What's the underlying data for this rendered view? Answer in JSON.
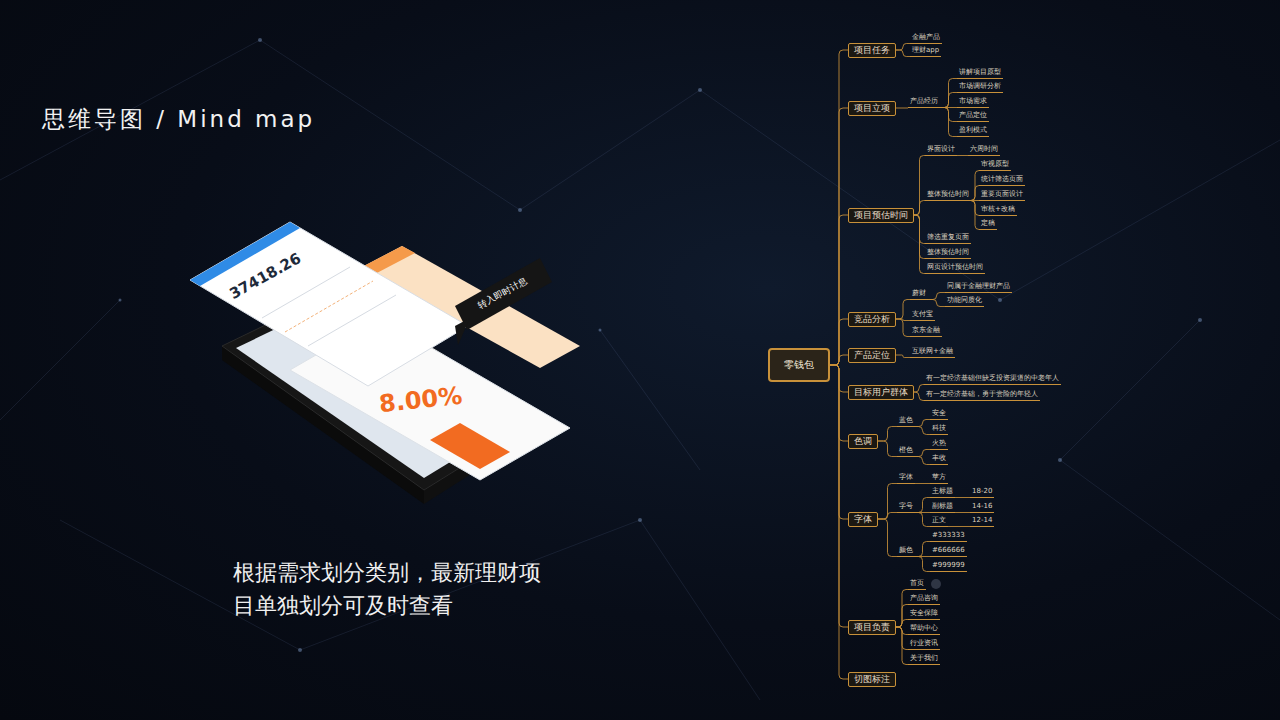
{
  "diagram": {
    "title": "思维导图 / Mind map",
    "caption": "根据需求划分类别，最新理财项目单独划分可及时查看",
    "nodes": [
      {
        "text": [
          "零钱包"
        ]
      },
      {
        "text": [
          "项目任务"
        ]
      },
      {
        "text": [
          "金融产品"
        ]
      },
      {
        "text": [
          "理财app"
        ]
      },
      {
        "text": [
          "项目立项"
        ]
      },
      {
        "text": [
          "产品经历"
        ]
      },
      {
        "text": [
          "讲解项目原型"
        ]
      },
      {
        "text": [
          "市场调研分析"
        ]
      },
      {
        "text": [
          "市场需求"
        ]
      },
      {
        "text": [
          "产品定位"
        ]
      },
      {
        "text": [
          "盈利模式"
        ]
      },
      {
        "text": [
          "项目预估时间"
        ]
      },
      {
        "text": [
          "界面设计"
        ]
      },
      {
        "text": [
          "六周时间"
        ]
      },
      {
        "text": [
          "整体预估时间"
        ]
      },
      {
        "text": [
          "审视原型"
        ]
      },
      {
        "text": [
          "统计筛选页面"
        ]
      },
      {
        "text": [
          "重要页面设计"
        ]
      },
      {
        "text": [
          "审核+改稿"
        ]
      },
      {
        "text": [
          "定稿"
        ]
      },
      {
        "text": [
          "筛选重复页面"
        ]
      },
      {
        "text": [
          "整体预估时间"
        ]
      },
      {
        "text": [
          "网页设计预估时间"
        ]
      },
      {
        "text": [
          "竞品分析"
        ]
      },
      {
        "text": [
          "蘑财"
        ]
      },
      {
        "text": [
          "同属于金融理财产品"
        ]
      },
      {
        "text": [
          "功能同质化"
        ]
      },
      {
        "text": [
          "支付宝"
        ]
      },
      {
        "text": [
          "京东金融"
        ]
      },
      {
        "text": [
          "产品定位"
        ]
      },
      {
        "text": [
          "互联网+金融"
        ]
      },
      {
        "text": [
          "目标用户群体"
        ]
      },
      {
        "text": [
          "有一定经济基础但缺乏投资渠道的中老年人"
        ]
      },
      {
        "text": [
          "有一定经济基础，勇于尝险的年轻人"
        ]
      },
      {
        "text": [
          "色调"
        ]
      },
      {
        "text": [
          "蓝色"
        ]
      },
      {
        "text": [
          "安全"
        ]
      },
      {
        "text": [
          "科技"
        ]
      },
      {
        "text": [
          "橙色"
        ]
      },
      {
        "text": [
          "火热"
        ]
      },
      {
        "text": [
          "丰收"
        ]
      },
      {
        "text": [
          "字体"
        ]
      },
      {
        "text": [
          "字体"
        ]
      },
      {
        "text": [
          "苹方"
        ]
      },
      {
        "text": [
          "字号"
        ]
      },
      {
        "text": [
          "主标题"
        ]
      },
      {
        "text": [
          "18-20"
        ]
      },
      {
        "text": [
          "副标题"
        ]
      },
      {
        "text": [
          "14-16"
        ]
      },
      {
        "text": [
          "正文"
        ]
      },
      {
        "text": [
          "12-14"
        ]
      },
      {
        "text": [
          "颜色"
        ]
      },
      {
        "text": [
          "#333333"
        ]
      },
      {
        "text": [
          "#666666"
        ]
      },
      {
        "text": [
          "#999999"
        ]
      },
      {
        "text": [
          "项目负责"
        ]
      },
      {
        "text": [
          "首页"
        ]
      },
      {
        "text": [
          "产品咨询"
        ]
      },
      {
        "text": [
          "安全保障"
        ]
      },
      {
        "text": [
          "帮助中心"
        ]
      },
      {
        "text": [
          "行业资讯"
        ]
      },
      {
        "text": [
          "关于我们"
        ]
      },
      {
        "text": [
          "切图标注"
        ]
      }
    ],
    "edges": [
      {
        "from": 0,
        "to": 1,
        "arrow": "none"
      },
      {
        "from": 1,
        "to": 2,
        "arrow": "none"
      },
      {
        "from": 1,
        "to": 3,
        "arrow": "none"
      },
      {
        "from": 0,
        "to": 4,
        "arrow": "none"
      },
      {
        "from": 4,
        "to": 5,
        "arrow": "none"
      },
      {
        "from": 5,
        "to": 6,
        "arrow": "none"
      },
      {
        "from": 5,
        "to": 7,
        "arrow": "none"
      },
      {
        "from": 5,
        "to": 8,
        "arrow": "none"
      },
      {
        "from": 5,
        "to": 9,
        "arrow": "none"
      },
      {
        "from": 5,
        "to": 10,
        "arrow": "none"
      },
      {
        "from": 0,
        "to": 11,
        "arrow": "none"
      },
      {
        "from": 11,
        "to": 12,
        "arrow": "none"
      },
      {
        "from": 12,
        "to": 13,
        "arrow": "none"
      },
      {
        "from": 11,
        "to": 14,
        "arrow": "none"
      },
      {
        "from": 14,
        "to": 15,
        "arrow": "none"
      },
      {
        "from": 14,
        "to": 16,
        "arrow": "none"
      },
      {
        "from": 14,
        "to": 17,
        "arrow": "none"
      },
      {
        "from": 14,
        "to": 18,
        "arrow": "none"
      },
      {
        "from": 14,
        "to": 19,
        "arrow": "none"
      },
      {
        "from": 11,
        "to": 20,
        "arrow": "none"
      },
      {
        "from": 11,
        "to": 21,
        "arrow": "none"
      },
      {
        "from": 11,
        "to": 22,
        "arrow": "none"
      },
      {
        "from": 0,
        "to": 23,
        "arrow": "none"
      },
      {
        "from": 23,
        "to": 24,
        "arrow": "none"
      },
      {
        "from": 24,
        "to": 25,
        "arrow": "none"
      },
      {
        "from": 24,
        "to": 26,
        "arrow": "none"
      },
      {
        "from": 23,
        "to": 27,
        "arrow": "none"
      },
      {
        "from": 23,
        "to": 28,
        "arrow": "none"
      },
      {
        "from": 0,
        "to": 29,
        "arrow": "none"
      },
      {
        "from": 29,
        "to": 30,
        "arrow": "none"
      },
      {
        "from": 0,
        "to": 31,
        "arrow": "none"
      },
      {
        "from": 31,
        "to": 32,
        "arrow": "none"
      },
      {
        "from": 31,
        "to": 33,
        "arrow": "none"
      },
      {
        "from": 0,
        "to": 34,
        "arrow": "none"
      },
      {
        "from": 34,
        "to": 35,
        "arrow": "none"
      },
      {
        "from": 35,
        "to": 36,
        "arrow": "none"
      },
      {
        "from": 35,
        "to": 37,
        "arrow": "none"
      },
      {
        "from": 34,
        "to": 38,
        "arrow": "none"
      },
      {
        "from": 38,
        "to": 39,
        "arrow": "none"
      },
      {
        "from": 38,
        "to": 40,
        "arrow": "none"
      },
      {
        "from": 0,
        "to": 41,
        "arrow": "none"
      },
      {
        "from": 41,
        "to": 42,
        "arrow": "none"
      },
      {
        "from": 42,
        "to": 43,
        "arrow": "none"
      },
      {
        "from": 41,
        "to": 44,
        "arrow": "none"
      },
      {
        "from": 44,
        "to": 45,
        "arrow": "none"
      },
      {
        "from": 45,
        "to": 46,
        "arrow": "none"
      },
      {
        "from": 44,
        "to": 47,
        "arrow": "none"
      },
      {
        "from": 47,
        "to": 48,
        "arrow": "none"
      },
      {
        "from": 44,
        "to": 49,
        "arrow": "none"
      },
      {
        "from": 49,
        "to": 50,
        "arrow": "none"
      },
      {
        "from": 41,
        "to": 51,
        "arrow": "none"
      },
      {
        "from": 51,
        "to": 52,
        "arrow": "none"
      },
      {
        "from": 51,
        "to": 53,
        "arrow": "none"
      },
      {
        "from": 51,
        "to": 54,
        "arrow": "none"
      },
      {
        "from": 0,
        "to": 55,
        "arrow": "none"
      },
      {
        "from": 55,
        "to": 56,
        "arrow": "none"
      },
      {
        "from": 55,
        "to": 57,
        "arrow": "none"
      },
      {
        "from": 55,
        "to": 58,
        "arrow": "none"
      },
      {
        "from": 55,
        "to": 59,
        "arrow": "none"
      },
      {
        "from": 55,
        "to": 60,
        "arrow": "none"
      },
      {
        "from": 55,
        "to": 61,
        "arrow": "none"
      },
      {
        "from": 0,
        "to": 62,
        "arrow": "none"
      }
    ],
    "labels": [
      "37418.26",
      "8.00%",
      "转入即时计息"
    ]
  }
}
